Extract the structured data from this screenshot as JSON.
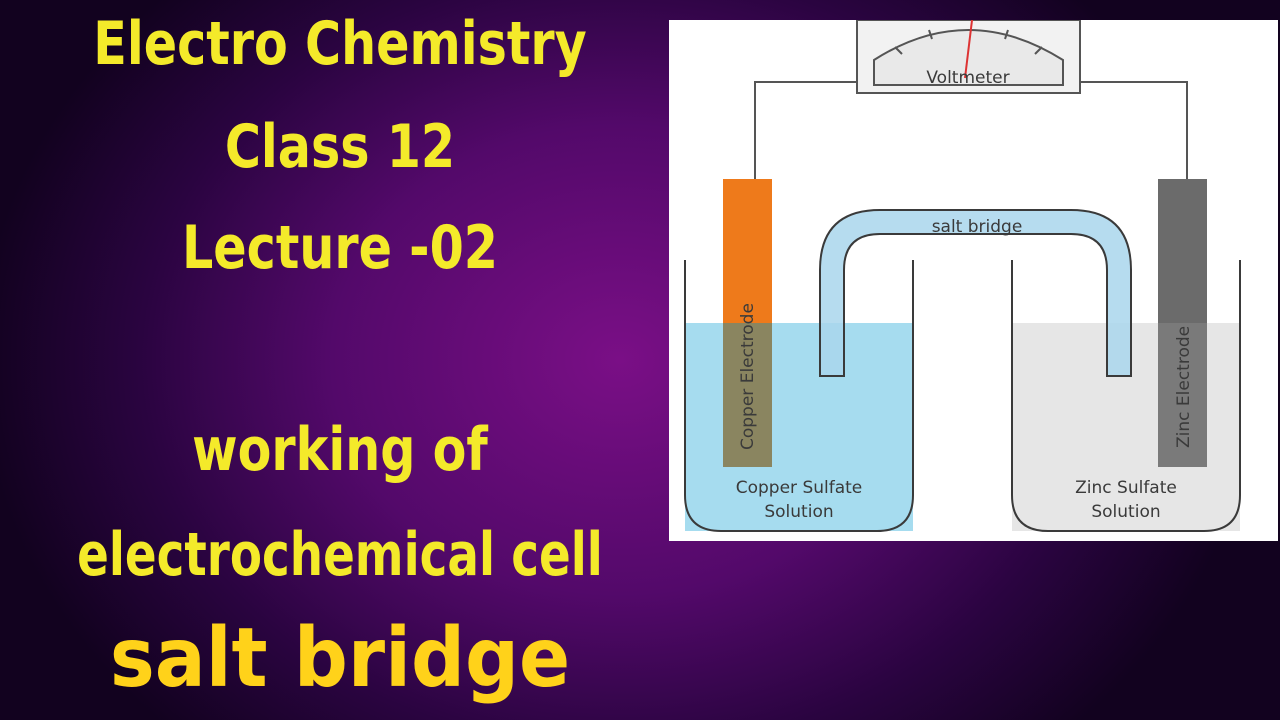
{
  "title": {
    "line1": "Electro Chemistry",
    "line2": "Class 12",
    "line3": "Lecture -02",
    "line4": "working of",
    "line5": "electrochemical cell",
    "line6": "salt bridge"
  },
  "diagram": {
    "voltmeter_label": "Voltmeter",
    "salt_bridge_label": "salt bridge",
    "copper_electrode_label": "Copper Electrode",
    "zinc_electrode_label": "Zinc Electrode",
    "copper_solution_line1": "Copper Sulfate",
    "copper_solution_line2": "Solution",
    "zinc_solution_line1": "Zinc Sulfate",
    "zinc_solution_line2": "Solution",
    "colors": {
      "copper_electrode": "#ee7a1b",
      "copper_electrode_submerged": "#8a8560",
      "zinc_electrode": "#6b6b6b",
      "zinc_electrode_submerged": "#7a7a7a",
      "copper_solution": "#a6dcef",
      "zinc_solution": "#e6e6e6",
      "salt_bridge": "#a9d6ec"
    }
  }
}
